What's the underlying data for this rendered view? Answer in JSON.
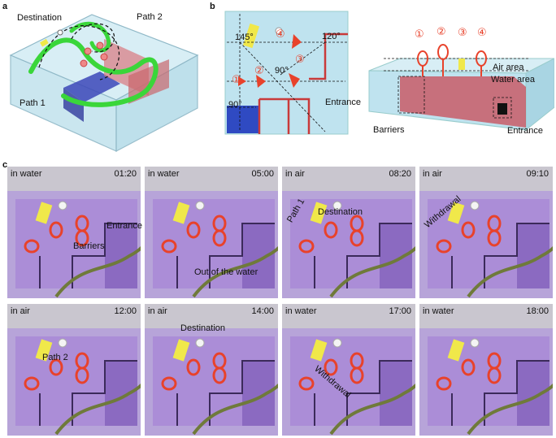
{
  "panels": {
    "a": {
      "letter": "a",
      "labels": {
        "destination": "Destination",
        "path1": "Path 1",
        "path2": "Path 2"
      }
    },
    "b": {
      "letter": "b",
      "angles": {
        "a145": "145°",
        "a120": "120°",
        "a90c": "90°",
        "a90b": "90°"
      },
      "markers": [
        "①",
        "②",
        "③",
        "④"
      ],
      "entrance": "Entrance",
      "side": {
        "air": "Air area",
        "water": "Water area",
        "barriers": "Barriers",
        "entrance": "Entrance"
      }
    },
    "c": {
      "letter": "c",
      "frames": [
        {
          "medium": "in water",
          "time": "01:20"
        },
        {
          "medium": "in water",
          "time": "05:00"
        },
        {
          "medium": "in air",
          "time": "08:20"
        },
        {
          "medium": "in air",
          "time": "09:10"
        },
        {
          "medium": "in air",
          "time": "12:00"
        },
        {
          "medium": "in air",
          "time": "14:00"
        },
        {
          "medium": "in water",
          "time": "17:00"
        },
        {
          "medium": "in water",
          "time": "18:00"
        }
      ],
      "annotations": {
        "entrance": "Entrance",
        "barriers": "Barriers",
        "out_of_water": "Out of the water",
        "destination1": "Destination",
        "path1": "Path 1",
        "withdrawal1": "Withdrawal",
        "path2": "Path 2",
        "destination2": "Destination",
        "withdrawal2": "Withdrawal"
      }
    }
  },
  "colors": {
    "tank_blue": "#bfe3ef",
    "water_purple": "#a98ad6",
    "path_green": "#3ad63a",
    "ring_red": "#e8422b",
    "barrier_red": "#c93a3a"
  }
}
